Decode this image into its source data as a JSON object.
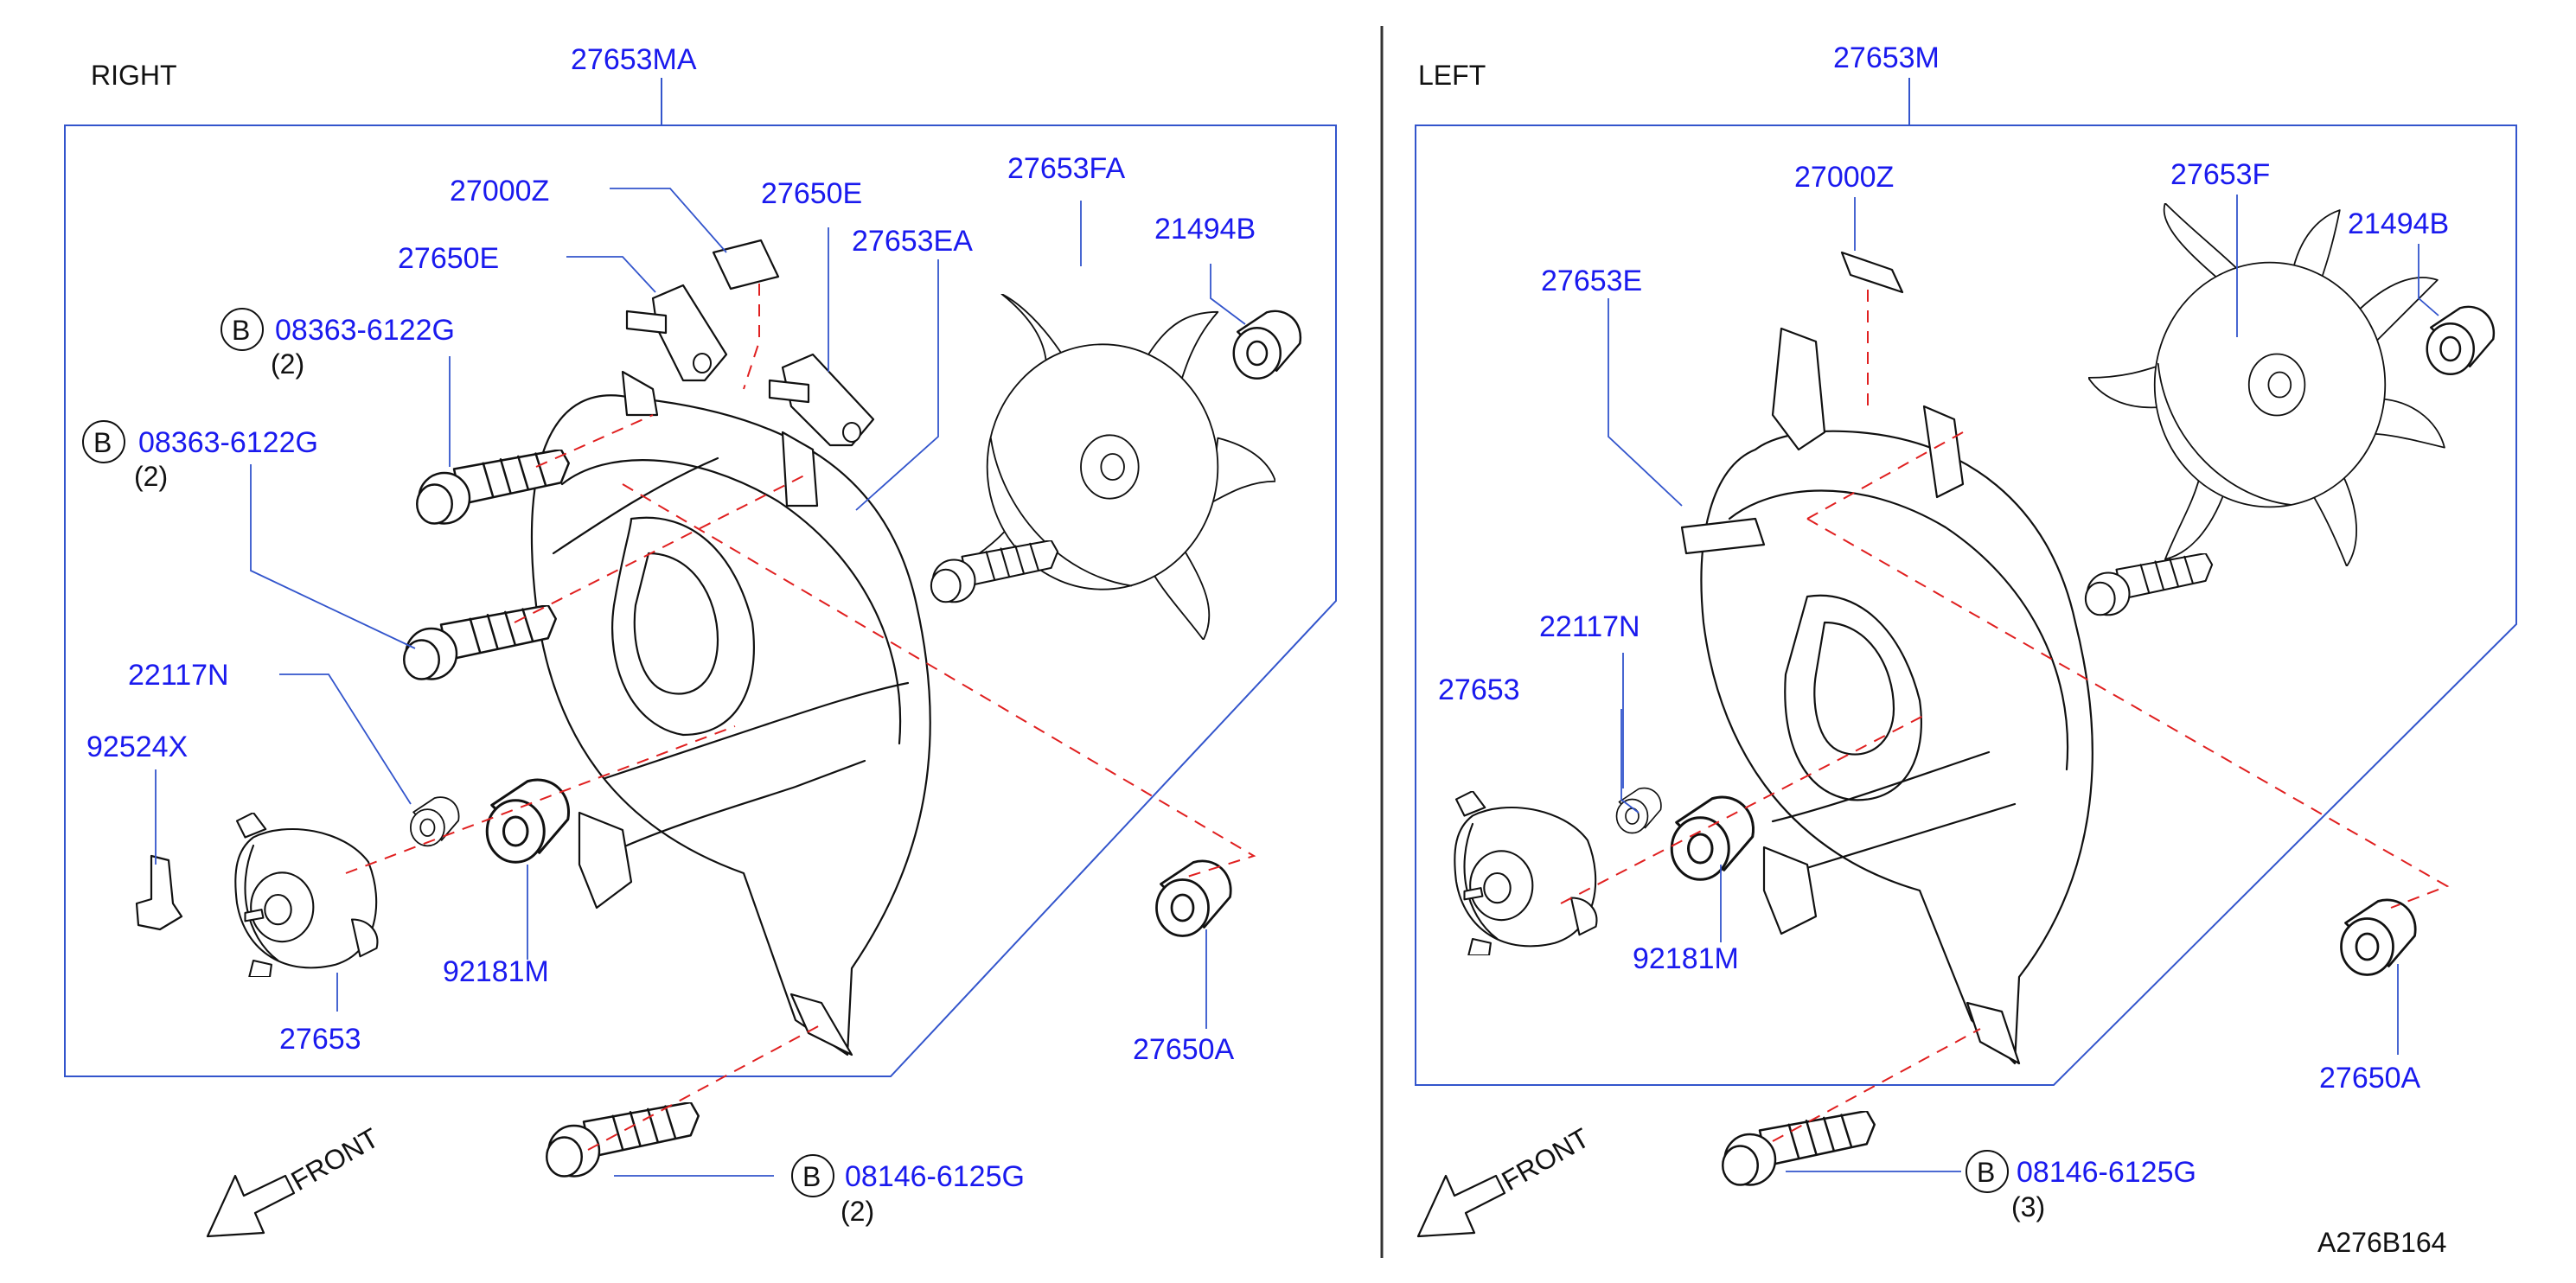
{
  "right": {
    "heading": "RIGHT",
    "assembly": "27653MA",
    "label_27000z": "27000Z",
    "label_27650e_a": "27650E",
    "label_27650e_b": "27650E",
    "label_27653ea": "27653EA",
    "label_27653fa": "27653FA",
    "label_21494b": "21494B",
    "bolt1": {
      "badge": "B",
      "part": "08363-6122G",
      "qty": "(2)"
    },
    "bolt2": {
      "badge": "B",
      "part": "08363-6122G",
      "qty": "(2)"
    },
    "label_22117n": "22117N",
    "label_92524x": "92524X",
    "label_92181m": "92181M",
    "label_27653": "27653",
    "label_27650a": "27650A",
    "bolt3": {
      "badge": "B",
      "part": "08146-6125G",
      "qty": "(2)"
    },
    "front": "FRONT"
  },
  "left": {
    "heading": "LEFT",
    "assembly": "27653M",
    "label_27000z": "27000Z",
    "label_27653f": "27653F",
    "label_21494b": "21494B",
    "label_27653e": "27653E",
    "label_22117n": "22117N",
    "label_27653": "27653",
    "label_92181m": "92181M",
    "label_27650a": "27650A",
    "bolt": {
      "badge": "B",
      "part": "08146-6125G",
      "qty": "(3)"
    },
    "front": "FRONT"
  },
  "diagram_code": "A276B164",
  "colors": {
    "label": "#1a1aee",
    "box": "#3355cc",
    "dash": "#e02020",
    "ink": "#111111"
  }
}
